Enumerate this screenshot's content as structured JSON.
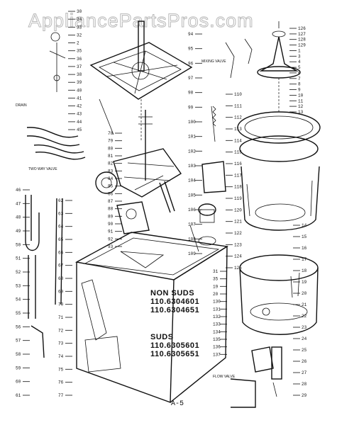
{
  "watermark": "AppliancePartsPros.com",
  "page_ref": "A-5",
  "non_suds": {
    "title": "NON SUDS",
    "models": [
      "110.6304601",
      "110.6304651"
    ]
  },
  "suds": {
    "title": "SUDS",
    "models": [
      "110.6305601",
      "110.6305651"
    ]
  },
  "notes": {
    "drain": "DRAIN",
    "two_way_valve": "TWO WAY VALVE",
    "mixing_valve": "MIXING VALVE",
    "flow_valve": "FLOW VALVE"
  },
  "callouts": [
    "30",
    "34",
    "33",
    "32",
    "2",
    "35",
    "36",
    "37",
    "38",
    "39",
    "40",
    "41",
    "42",
    "43",
    "44",
    "45",
    "46",
    "47",
    "48",
    "49",
    "50",
    "51",
    "52",
    "53",
    "54",
    "55",
    "56",
    "57",
    "58",
    "59",
    "60",
    "61",
    "62",
    "63",
    "64",
    "65",
    "66",
    "67",
    "68",
    "69",
    "70",
    "71",
    "72",
    "73",
    "74",
    "75",
    "76",
    "77",
    "78",
    "79",
    "80",
    "81",
    "82",
    "83",
    "84",
    "85",
    "86",
    "87",
    "88",
    "89",
    "90",
    "91",
    "92",
    "93",
    "94",
    "95",
    "96",
    "97",
    "98",
    "99",
    "100",
    "101",
    "102",
    "103",
    "104",
    "105",
    "106",
    "107",
    "108",
    "109",
    "110",
    "111",
    "112",
    "113",
    "114",
    "115",
    "116",
    "117",
    "118",
    "119",
    "120",
    "121",
    "122",
    "123",
    "124",
    "125",
    "126",
    "127",
    "128",
    "129",
    "1",
    "3",
    "4",
    "5",
    "6",
    "7",
    "8",
    "9",
    "10",
    "11",
    "12",
    "13",
    "14",
    "15",
    "16",
    "17",
    "18",
    "19",
    "20",
    "21",
    "22",
    "23",
    "24",
    "25",
    "26",
    "27",
    "28",
    "29",
    "31",
    "35",
    "19",
    "20",
    "130",
    "131",
    "132",
    "133",
    "134",
    "135",
    "136",
    "137"
  ]
}
